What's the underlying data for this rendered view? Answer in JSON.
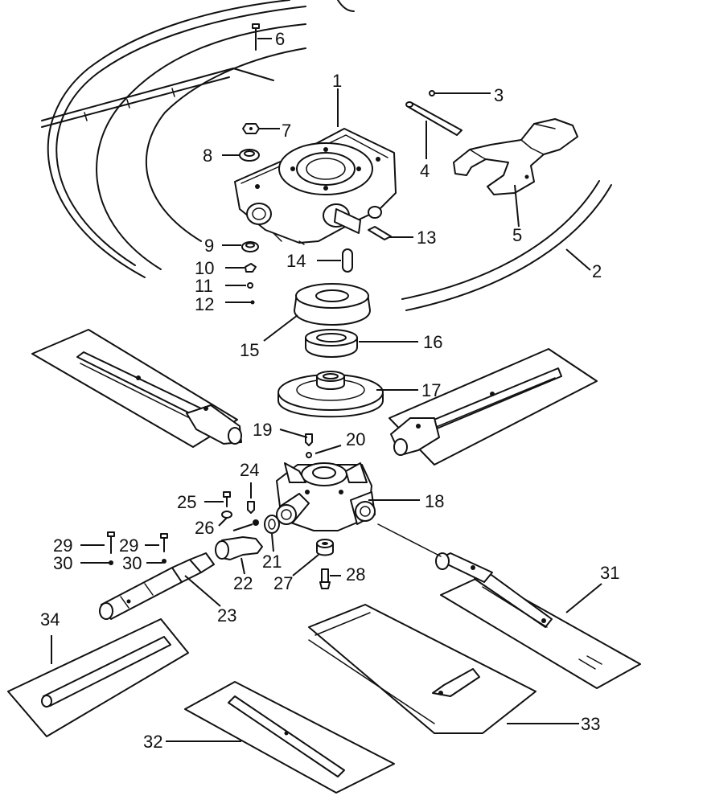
{
  "callouts": [
    {
      "id": "1",
      "label": "1"
    },
    {
      "id": "2",
      "label": "2"
    },
    {
      "id": "3",
      "label": "3"
    },
    {
      "id": "4",
      "label": "4"
    },
    {
      "id": "5",
      "label": "5"
    },
    {
      "id": "6",
      "label": "6"
    },
    {
      "id": "7",
      "label": "7"
    },
    {
      "id": "8",
      "label": "8"
    },
    {
      "id": "9",
      "label": "9"
    },
    {
      "id": "10",
      "label": "10"
    },
    {
      "id": "11",
      "label": "11"
    },
    {
      "id": "12",
      "label": "12"
    },
    {
      "id": "13",
      "label": "13"
    },
    {
      "id": "14",
      "label": "14"
    },
    {
      "id": "15",
      "label": "15"
    },
    {
      "id": "16",
      "label": "16"
    },
    {
      "id": "17",
      "label": "17"
    },
    {
      "id": "18",
      "label": "18"
    },
    {
      "id": "19",
      "label": "19"
    },
    {
      "id": "20",
      "label": "20"
    },
    {
      "id": "21",
      "label": "21"
    },
    {
      "id": "22",
      "label": "22"
    },
    {
      "id": "23",
      "label": "23"
    },
    {
      "id": "24",
      "label": "24"
    },
    {
      "id": "25",
      "label": "25"
    },
    {
      "id": "26",
      "label": "26"
    },
    {
      "id": "27",
      "label": "27"
    },
    {
      "id": "28",
      "label": "28"
    },
    {
      "id": "29a",
      "label": "29"
    },
    {
      "id": "29b",
      "label": "29"
    },
    {
      "id": "30a",
      "label": "30"
    },
    {
      "id": "30b",
      "label": "30"
    },
    {
      "id": "31",
      "label": "31"
    },
    {
      "id": "32",
      "label": "32"
    },
    {
      "id": "33",
      "label": "33"
    },
    {
      "id": "34",
      "label": "34"
    }
  ]
}
